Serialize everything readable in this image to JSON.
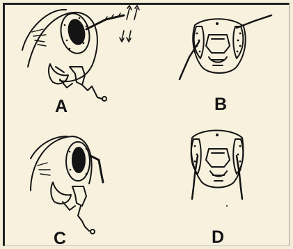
{
  "panels": [
    {
      "id": "A",
      "label": "A"
    },
    {
      "id": "B",
      "label": "B"
    },
    {
      "id": "C",
      "label": "C"
    },
    {
      "id": "D",
      "label": "D"
    }
  ],
  "colors": {
    "background": "#f7f1dd",
    "ink": "#141414"
  }
}
